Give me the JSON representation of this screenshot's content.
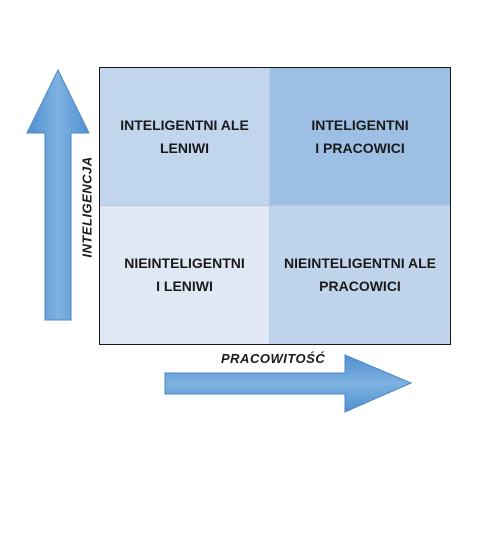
{
  "quadrants": {
    "top_left": "INTELIGENTNI ALE\nLENIWI",
    "top_right": "INTELIGENTNI\nI PRACOWICI",
    "bottom_left": "NIEINTELIGENTNI\nI LENIWI",
    "bottom_right": "NIEINTELIGENTNI ALE\nPRACOWICI"
  },
  "axes": {
    "y_label": "INTELIGENCJA",
    "x_label": "PRACOWITOŚĆ"
  },
  "colors": {
    "arrow": "#5b9bd5",
    "top_left": "#c1d5ec",
    "top_right": "#9cbfe3",
    "bottom_left": "#dfe8f4",
    "bottom_right": "#c0d5ec"
  }
}
